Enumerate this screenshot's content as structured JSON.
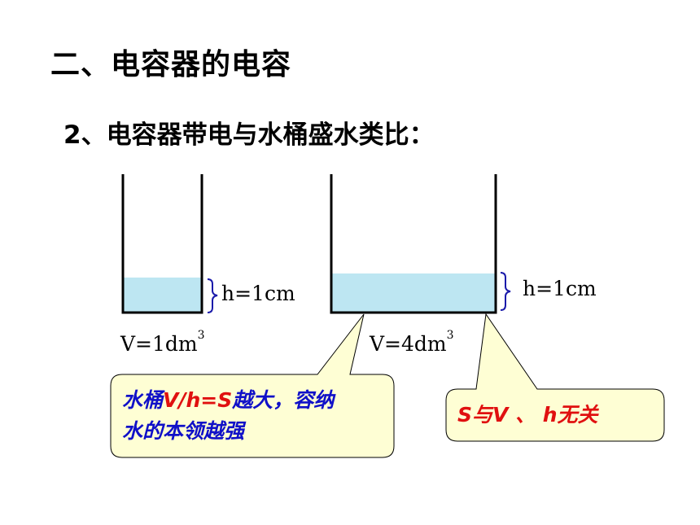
{
  "title": "二、电容器的电容",
  "subtitle": "2、电容器带电与水桶盛水类比：",
  "bucket_small": {
    "height_label": "h=1cm",
    "volume_label": "V=1dm",
    "volume_exp": "3",
    "fill_level": 0.25
  },
  "bucket_large": {
    "height_label": "h=1cm",
    "volume_label": "V=4dm",
    "volume_exp": "3",
    "fill_level": 0.28
  },
  "callout_left": {
    "part1": "水桶",
    "part2": "V/h=S",
    "part3": "越大，容纳",
    "line2": "水的本领越强"
  },
  "callout_right": {
    "text": "S与V 、 h无关"
  },
  "colors": {
    "water": "#bde6f2",
    "callout_fill": "#fefed4",
    "brace": "#1a1aaa",
    "text_blue": "#1010c8",
    "text_red": "#e01010"
  }
}
